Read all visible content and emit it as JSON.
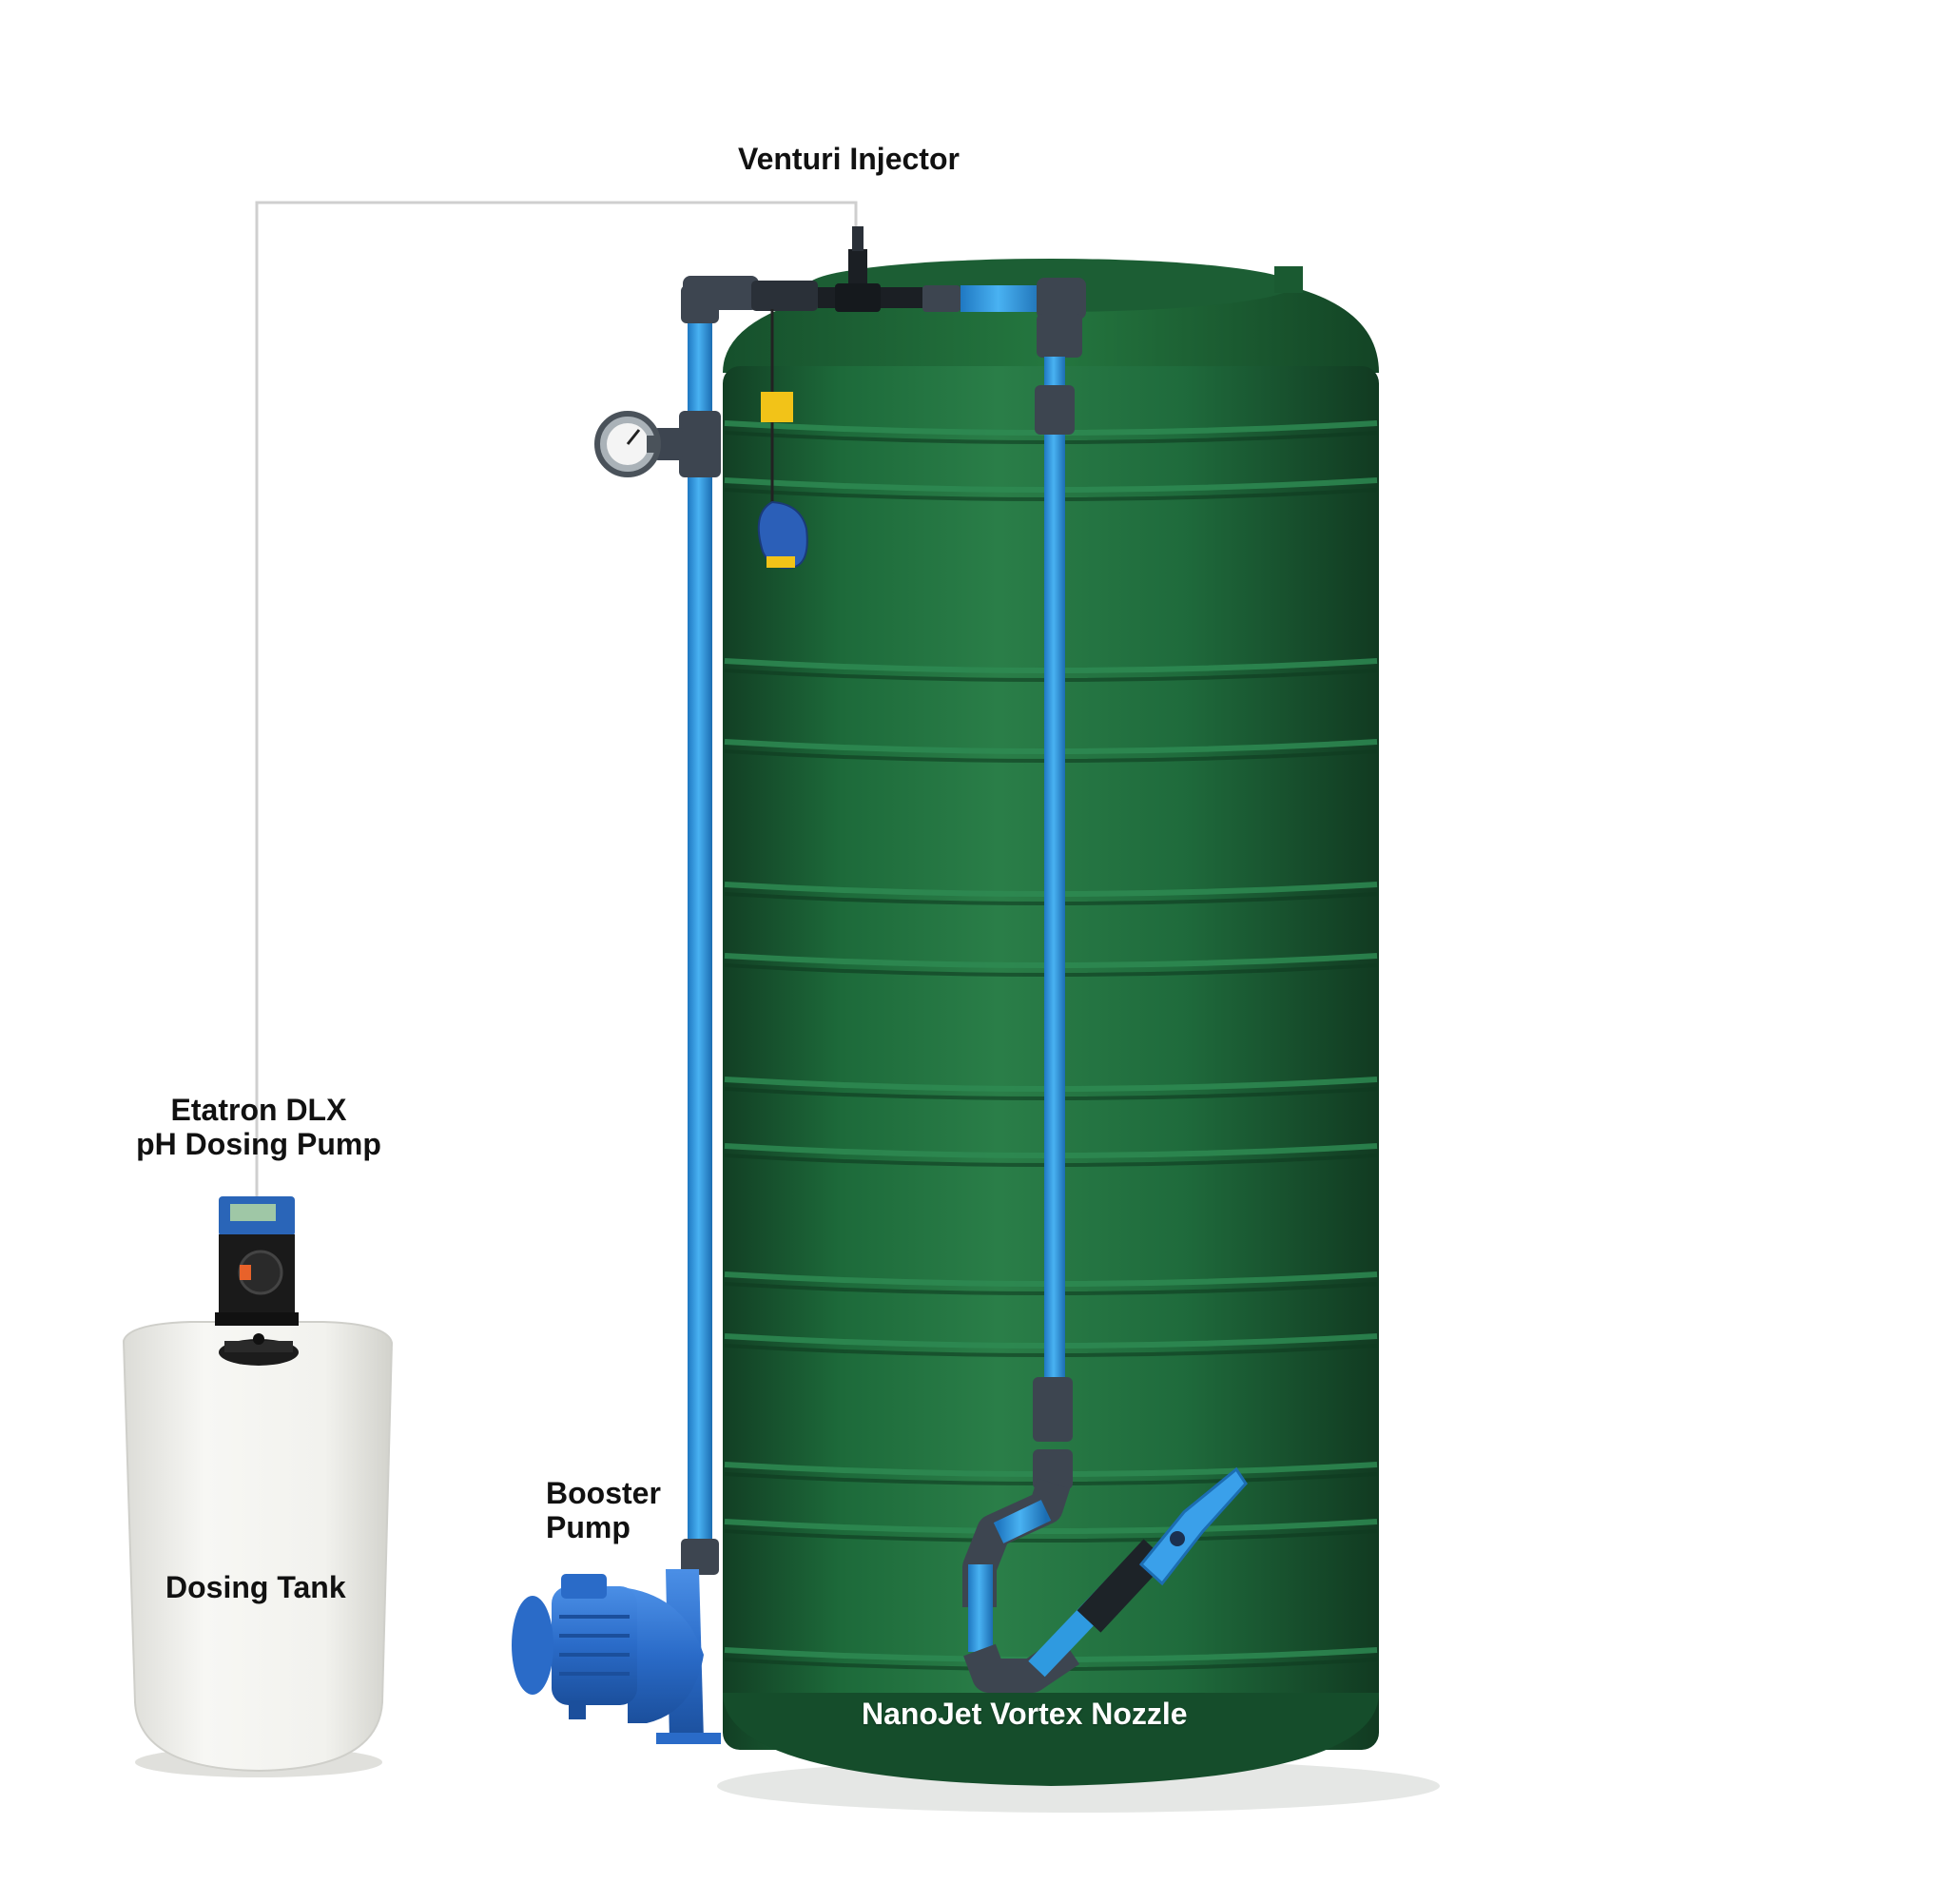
{
  "labels": {
    "venturi_injector": "Venturi Injector",
    "etatron_line1": "Etatron DLX",
    "etatron_line2": "pH Dosing Pump",
    "booster_line1": "Booster",
    "booster_line2": "Pump",
    "dosing_tank": "Dosing Tank",
    "nanojet_nozzle": "NanoJet Vortex Nozzle"
  },
  "colors": {
    "tank_green": "#1f6b3a",
    "pipe_blue": "#2f9ae0",
    "fitting_gray": "#3d4550",
    "dosing_tank_white": "#f2f2ef",
    "pump_blue": "#2b6fd0",
    "float_yellow": "#f2c318"
  }
}
